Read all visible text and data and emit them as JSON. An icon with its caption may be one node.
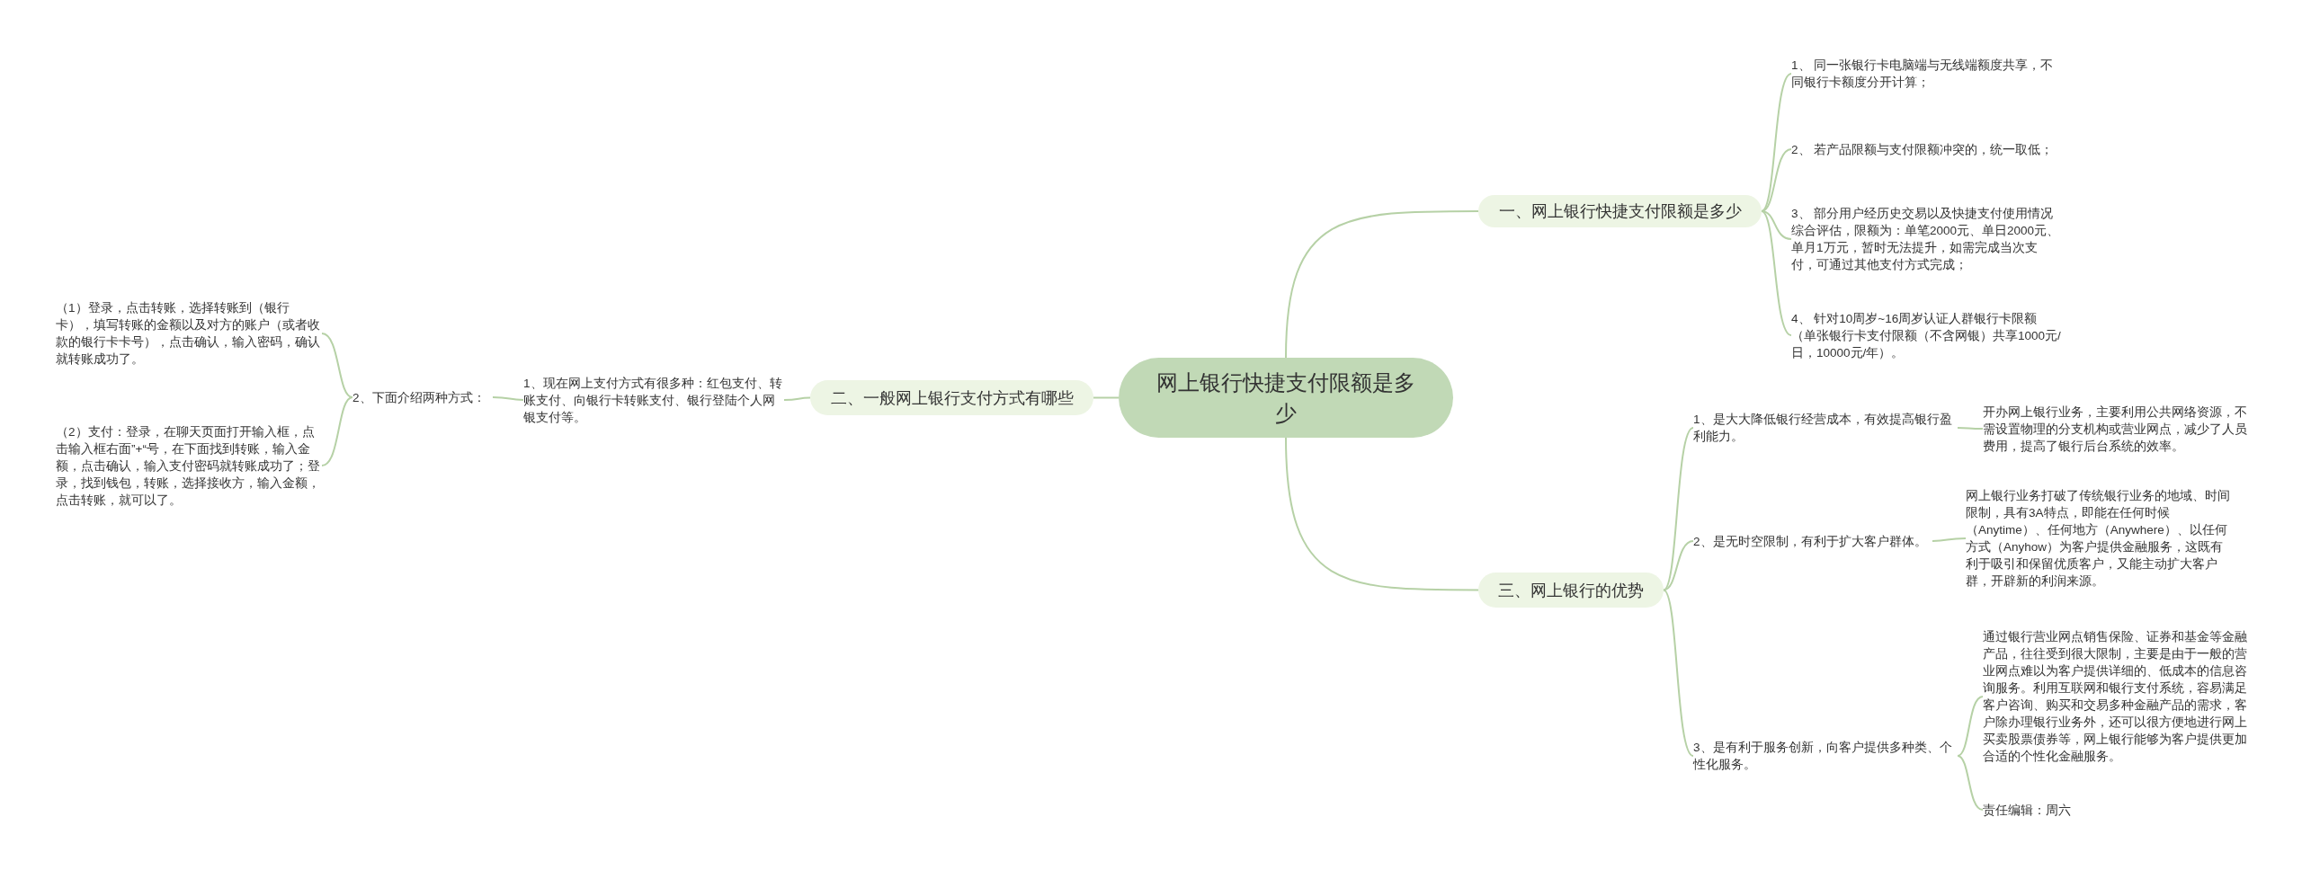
{
  "diagram": {
    "nodes": [
      {
        "text": [
          "网上银行快捷支付限额是多少"
        ]
      },
      {
        "text": [
          "一、网上银行快捷支付限额是多少"
        ]
      },
      {
        "text": [
          "1、 同一张银行卡电脑端与无线端额度共享，不同银行卡额度分开计算；"
        ]
      },
      {
        "text": [
          "2、 若产品限额与支付限额冲突的，统一取低；"
        ]
      },
      {
        "text": [
          "3、 部分用户经历史交易以及快捷支付使用情况综合评估，限额为：单笔2000元、单日2000元、单月1万元，暂时无法提升，如需完成当次支付，可通过其他支付方式完成；"
        ]
      },
      {
        "text": [
          "4、 针对10周岁~16周岁认证人群银行卡限额（单张银行卡支付限额（不含网银）共享1000元/日，10000元/年）。"
        ]
      },
      {
        "text": [
          "二、一般网上银行支付方式有哪些"
        ]
      },
      {
        "text": [
          "1、现在网上支付方式有很多种：红包支付、转账支付、向银行卡转账支付、银行登陆个人网银支付等。"
        ]
      },
      {
        "text": [
          "2、下面介绍两种方式："
        ]
      },
      {
        "text": [
          "（1）登录，点击转账，选择转账到（银行卡），填写转账的金额以及对方的账户（或者收款的银行卡卡号），点击确认，输入密码，确认就转账成功了。"
        ]
      },
      {
        "text": [
          "（2）支付：登录，在聊天页面打开输入框，点击输入框右面”+“号，在下面找到转账，输入金额，点击确认，输入支付密码就转账成功了；登录，找到钱包，转账，选择接收方，输入金额，点击转账，就可以了。"
        ]
      },
      {
        "text": [
          "三、网上银行的优势"
        ]
      },
      {
        "text": [
          "1、是大大降低银行经营成本，有效提高银行盈利能力。"
        ]
      },
      {
        "text": [
          "开办网上银行业务，主要利用公共网络资源，不需设置物理的分支机构或营业网点，减少了人员费用，提高了银行后台系统的效率。"
        ]
      },
      {
        "text": [
          "2、是无时空限制，有利于扩大客户群体。"
        ]
      },
      {
        "text": [
          "网上银行业务打破了传统银行业务的地域、时间限制，具有3A特点，即能在任何时候（Anytime）、任何地方（Anywhere）、以任何方式（Anyhow）为客户提供金融服务，这既有利于吸引和保留优质客户，又能主动扩大客户群，开辟新的利润来源。"
        ]
      },
      {
        "text": [
          "3、是有利于服务创新，向客户提供多种类、个性化服务。"
        ]
      },
      {
        "text": [
          "通过银行营业网点销售保险、证券和基金等金融产品，往往受到很大限制，主要是由于一般的营业网点难以为客户提供详细的、低成本的信息咨询服务。利用互联网和银行支付系统，容易满足客户咨询、购买和交易多种金融产品的需求，客户除办理银行业务外，还可以很方便地进行网上买卖股票债券等，网上银行能够为客户提供更加合适的个性化金融服务。"
        ]
      },
      {
        "text": [
          "责任编辑：周六"
        ]
      }
    ],
    "edges": [
      {
        "from": 0,
        "to": 1,
        "arrow": "none"
      },
      {
        "from": 1,
        "to": 2,
        "arrow": "none"
      },
      {
        "from": 1,
        "to": 3,
        "arrow": "none"
      },
      {
        "from": 1,
        "to": 4,
        "arrow": "none"
      },
      {
        "from": 1,
        "to": 5,
        "arrow": "none"
      },
      {
        "from": 0,
        "to": 6,
        "arrow": "none"
      },
      {
        "from": 6,
        "to": 7,
        "arrow": "none"
      },
      {
        "from": 7,
        "to": 8,
        "arrow": "none"
      },
      {
        "from": 8,
        "to": 9,
        "arrow": "none"
      },
      {
        "from": 8,
        "to": 10,
        "arrow": "none"
      },
      {
        "from": 0,
        "to": 11,
        "arrow": "none"
      },
      {
        "from": 11,
        "to": 12,
        "arrow": "none"
      },
      {
        "from": 12,
        "to": 13,
        "arrow": "none"
      },
      {
        "from": 11,
        "to": 14,
        "arrow": "none"
      },
      {
        "from": 14,
        "to": 15,
        "arrow": "none"
      },
      {
        "from": 11,
        "to": 16,
        "arrow": "none"
      },
      {
        "from": 16,
        "to": 17,
        "arrow": "none"
      },
      {
        "from": 16,
        "to": 18,
        "arrow": "none"
      }
    ]
  }
}
